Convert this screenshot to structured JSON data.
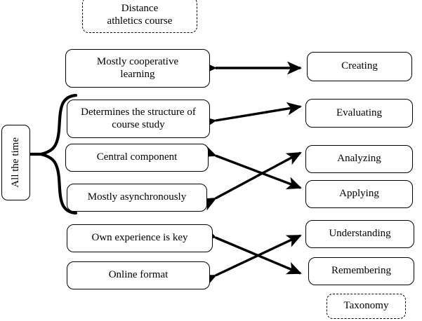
{
  "diagram": {
    "title_box": {
      "label": "Distance\nathletics course",
      "style": "dashed"
    },
    "left_label": {
      "label": "All the time",
      "orientation": "vertical"
    },
    "left_column": [
      {
        "id": "cooperative",
        "label": "Mostly cooperative\nlearning"
      },
      {
        "id": "structure",
        "label": "Determines the structure of\ncourse study"
      },
      {
        "id": "central",
        "label": "Central component"
      },
      {
        "id": "async",
        "label": "Mostly asynchronously"
      },
      {
        "id": "experience",
        "label": "Own experience is key"
      },
      {
        "id": "online",
        "label": "Online format"
      }
    ],
    "right_column": [
      {
        "id": "creating",
        "label": "Creating"
      },
      {
        "id": "evaluating",
        "label": "Evaluating"
      },
      {
        "id": "analyzing",
        "label": "Analyzing"
      },
      {
        "id": "applying",
        "label": "Applying"
      },
      {
        "id": "understanding",
        "label": "Understanding"
      },
      {
        "id": "remembering",
        "label": "Remembering"
      }
    ],
    "footer_box": {
      "label": "Taxonomy",
      "style": "dashed"
    },
    "connections": [
      {
        "from": "cooperative",
        "to": "creating",
        "type": "double-arrow"
      },
      {
        "from": "structure",
        "to": "evaluating",
        "type": "double-arrow"
      },
      {
        "from": "central",
        "to": "applying",
        "type": "double-arrow"
      },
      {
        "from": "async",
        "to": "analyzing",
        "type": "double-arrow"
      },
      {
        "from": "experience",
        "to": "remembering",
        "type": "double-arrow"
      },
      {
        "from": "online",
        "to": "understanding",
        "type": "double-arrow"
      }
    ],
    "brace": {
      "groups": [
        "structure",
        "central",
        "async"
      ],
      "side": "left"
    },
    "colors": {
      "stroke": "#000000",
      "fill": "#ffffff",
      "text": "#000000"
    }
  }
}
